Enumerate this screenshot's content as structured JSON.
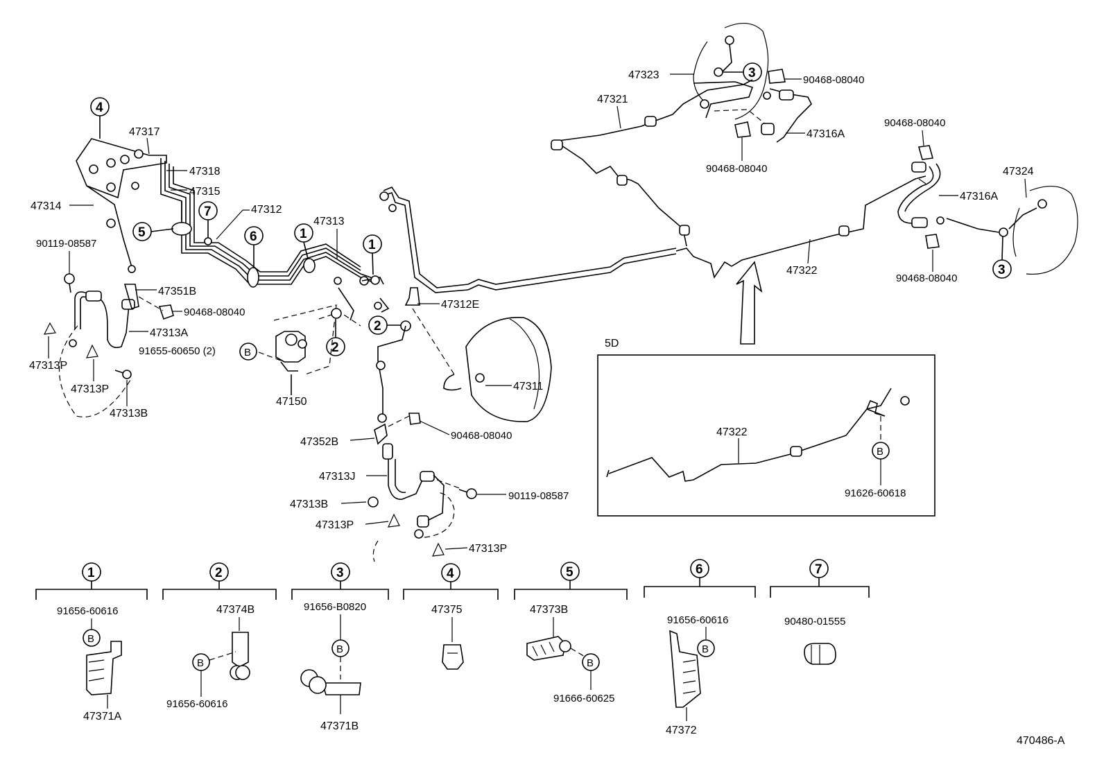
{
  "diagram_id": "470486-A",
  "inset": {
    "title": "5D",
    "part_label": "47322",
    "bolt_symbol": "B",
    "bolt_part": "91626-60618"
  },
  "callouts": [
    {
      "num": "1"
    },
    {
      "num": "2"
    },
    {
      "num": "3"
    },
    {
      "num": "4"
    },
    {
      "num": "5"
    },
    {
      "num": "6"
    },
    {
      "num": "7"
    }
  ],
  "labels": {
    "p47317": "47317",
    "p47318": "47318",
    "p47315": "47315",
    "p47314": "47314",
    "p47312": "47312",
    "p47313": "47313",
    "p47312E": "47312E",
    "p90119a": "90119-08587",
    "p47351B": "47351B",
    "p90468a": "90468-08040",
    "p47313A": "47313A",
    "p91655": "91655-60650 (2)",
    "p47313P_a": "47313P",
    "p47313P_b": "47313P",
    "p47313B_a": "47313B",
    "p47150": "47150",
    "p47311": "47311",
    "p47352B": "47352B",
    "p90468b": "90468-08040",
    "p47313J": "47313J",
    "p90119b": "90119-08587",
    "p47313B_b": "47313B",
    "p47313P_c": "47313P",
    "p47313P_d": "47313P",
    "p47323": "47323",
    "p47321": "47321",
    "p90468c": "90468-08040",
    "p47316A_a": "47316A",
    "p90468d": "90468-08040",
    "p90468e": "90468-08040",
    "p47324": "47324",
    "p47316A_b": "47316A",
    "p47322": "47322",
    "p90468f": "90468-08040"
  },
  "legend": [
    {
      "num": "1",
      "bolt_part": "91656-60616",
      "bolt_symbol": "B",
      "part": "47371A"
    },
    {
      "num": "2",
      "part": "47374B",
      "bolt_symbol": "B",
      "bolt_part": "91656-60616"
    },
    {
      "num": "3",
      "bolt_part": "91656-B0820",
      "bolt_symbol": "B",
      "part": "47371B"
    },
    {
      "num": "4",
      "part": "47375"
    },
    {
      "num": "5",
      "part": "47373B",
      "bolt_symbol": "B",
      "bolt_part": "91666-60625"
    },
    {
      "num": "6",
      "bolt_part": "91656-60616",
      "bolt_symbol": "B",
      "part": "47372"
    },
    {
      "num": "7",
      "part": "90480-01555"
    }
  ]
}
